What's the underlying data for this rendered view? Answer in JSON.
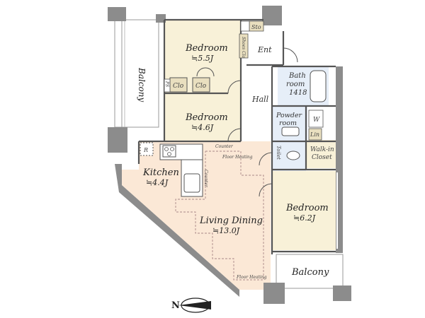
{
  "rooms": {
    "bedroom_top": {
      "name": "Bedroom",
      "area": "≒5.5J"
    },
    "bedroom_mid": {
      "name": "Bedroom",
      "area": "≒4.6J"
    },
    "bedroom_right": {
      "name": "Bedroom",
      "area": "≒6.2J"
    },
    "kitchen": {
      "name": "Kitchen",
      "area": "≒4.4J"
    },
    "living": {
      "name": "Living Dining",
      "area": "≒13.0J"
    },
    "balcony_left": {
      "name": "Balcony"
    },
    "balcony_bottom": {
      "name": "Balcony"
    },
    "bath": {
      "name_line1": "Bath",
      "name_line2": "room",
      "size": "1418"
    },
    "powder": {
      "name_line1": "Powder",
      "name_line2": "room"
    },
    "hall": {
      "name": "Hall"
    },
    "entrance": {
      "name": "Ent"
    },
    "walkin": {
      "name_line1": "Walk-in",
      "name_line2": "Closet"
    }
  },
  "storage": {
    "clo_1": "Clo",
    "clo_2": "Clo",
    "ps": "PS",
    "sto": "Sto",
    "shoes_clo": "Shoes Clo",
    "lin": "Lin",
    "w": "W",
    "r": "R",
    "toilet": "Toilet"
  },
  "annotations": {
    "counter_top": "Counter",
    "counter_side": "Counter",
    "floor_heating_1": "Floor Heating",
    "floor_heating_2": "Floor Heating"
  },
  "compass": {
    "label": "N"
  },
  "colors": {
    "wall": "#8c8c8c",
    "bedroom_fill": "#f8f1d8",
    "living_fill": "#fbe8d6",
    "wet_fill": "#e6eef8",
    "storage_fill": "#e9dfbf",
    "white": "#ffffff"
  }
}
